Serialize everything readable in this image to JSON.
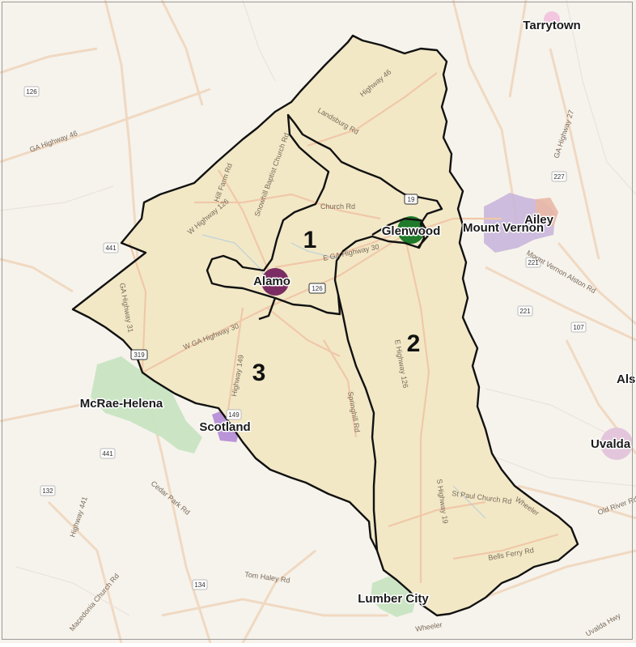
{
  "map": {
    "districts": [
      {
        "number": "1"
      },
      {
        "number": "2"
      },
      {
        "number": "3"
      }
    ],
    "places": [
      {
        "name": "Tarrytown"
      },
      {
        "name": "Ailey"
      },
      {
        "name": "Mount Vernon"
      },
      {
        "name": "Glenwood"
      },
      {
        "name": "Alamo"
      },
      {
        "name": "Als"
      },
      {
        "name": "Uvalda"
      },
      {
        "name": "McRae-Helena"
      },
      {
        "name": "Scotland"
      },
      {
        "name": "Lumber City"
      }
    ],
    "road_labels": [
      "W Highway 126",
      "Hill Farm Rd",
      "Snowhill Baptist Church Rd",
      "Landsburg Rd",
      "Highway 46",
      "GA Highway 46",
      "W GA Highway 30",
      "E GA Highway 30",
      "Highway 149",
      "E Highway 126",
      "S Highway 19",
      "Springhill Rd",
      "St Paul Church Rd",
      "Bells Ferry Rd",
      "Wheeler",
      "Cedar Park Rd",
      "Tom Haley Rd",
      "Highway 441",
      "GA Highway 31",
      "Church Rd",
      "Mount Vernon Alston Rd",
      "Old River Rd",
      "Uvalda Hwy",
      "Wheeler",
      "GA Highway 27",
      "Macedonia Church Rd"
    ],
    "shields": [
      "126",
      "441",
      "221",
      "227",
      "19",
      "126",
      "319",
      "441",
      "132",
      "134",
      "149",
      "221",
      "107"
    ],
    "colors": {
      "county_fill": "#f2e8c6",
      "background": "#f6f3ec",
      "boundary": "#111111",
      "alamo": "#7b2d63",
      "glenwood": "#1f7a2a",
      "mount_vernon": "#c9b6dc",
      "mcrae": "#c7e3c0",
      "scotland": "#b48ad6",
      "uvalda": "#e3c6dc",
      "tarrytown": "#f2c6de",
      "lumber_city": "#c7e3c0",
      "ailey": "#e9b8a6"
    }
  }
}
